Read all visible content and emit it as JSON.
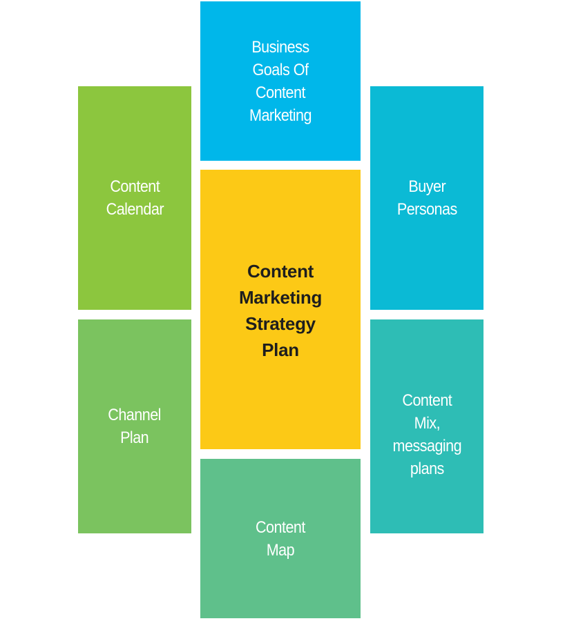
{
  "diagram": {
    "center": {
      "label": "Content\nMarketing\nStrategy\nPlan",
      "color": "#fcc916"
    },
    "top": {
      "label": "Business\nGoals Of\nContent\nMarketing",
      "color": "#00b7ea"
    },
    "top_left": {
      "label": "Content\nCalendar",
      "color": "#8cc63e"
    },
    "top_right": {
      "label": "Buyer\nPersonas",
      "color": "#0bbad5"
    },
    "bottom_left": {
      "label": "Channel\nPlan",
      "color": "#7bc35f"
    },
    "bottom_right": {
      "label": "Content\nMix,\nmessaging\nplans",
      "color": "#2ebdb5"
    },
    "bottom": {
      "label": "Content\nMap",
      "color": "#5fc08b"
    }
  }
}
